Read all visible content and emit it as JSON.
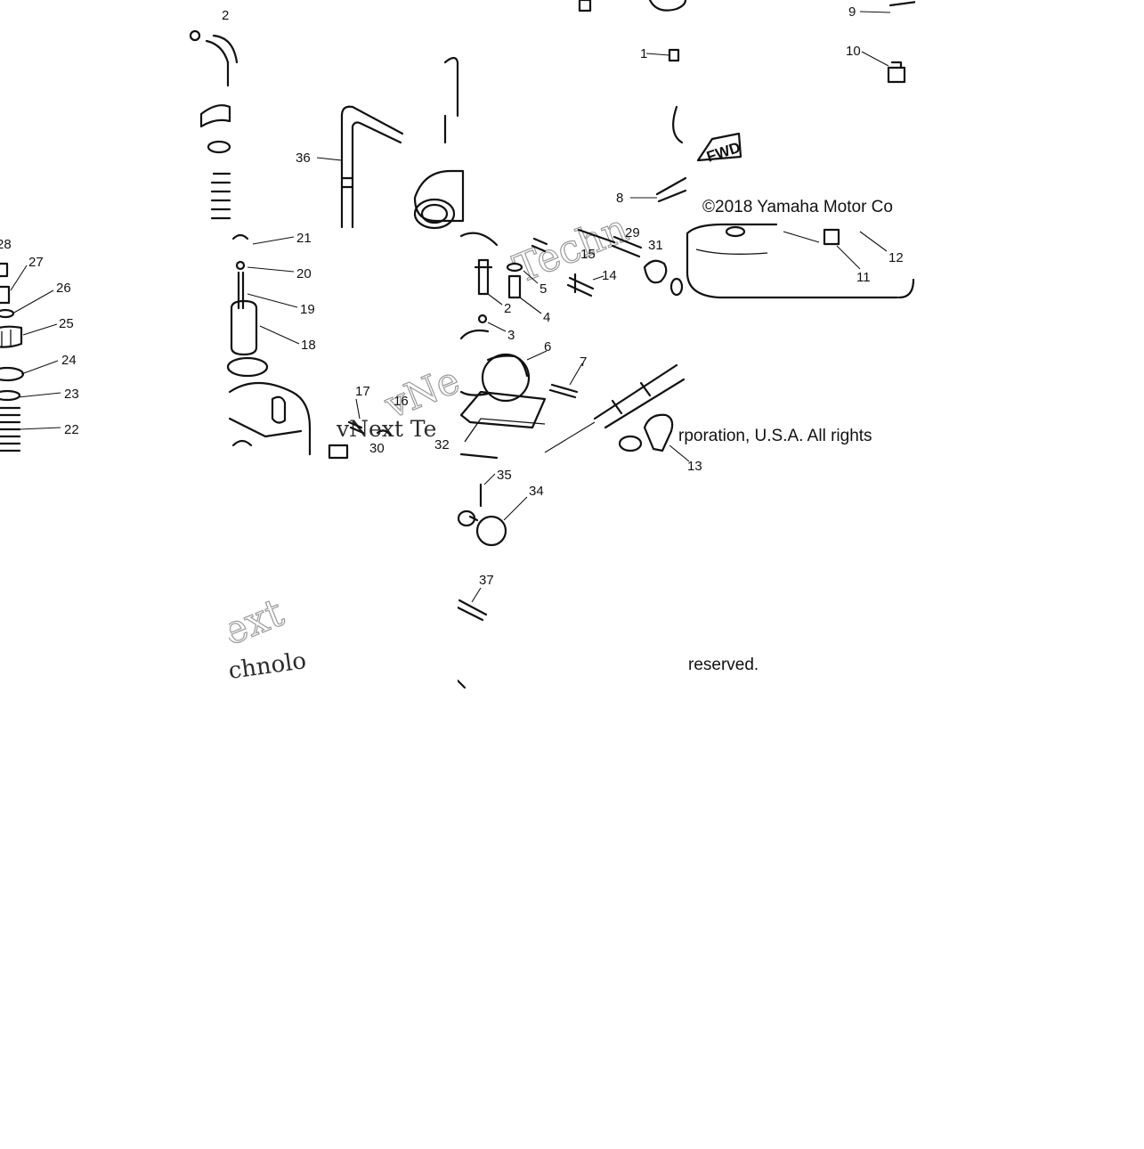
{
  "diagram": {
    "callouts": [
      {
        "id": "c1",
        "text": "1"
      },
      {
        "id": "c2",
        "text": "2"
      },
      {
        "id": "c3",
        "text": "3"
      },
      {
        "id": "c4",
        "text": "4"
      },
      {
        "id": "c5",
        "text": "5"
      },
      {
        "id": "c6",
        "text": "6"
      },
      {
        "id": "c7",
        "text": "7"
      },
      {
        "id": "c8",
        "text": "8"
      },
      {
        "id": "c9",
        "text": "9"
      },
      {
        "id": "c10",
        "text": "10"
      },
      {
        "id": "c11",
        "text": "11"
      },
      {
        "id": "c12",
        "text": "12"
      },
      {
        "id": "c13",
        "text": "13"
      },
      {
        "id": "c14",
        "text": "14"
      },
      {
        "id": "c15",
        "text": "15"
      },
      {
        "id": "c16",
        "text": "16"
      },
      {
        "id": "c17",
        "text": "17"
      },
      {
        "id": "c18",
        "text": "18"
      },
      {
        "id": "c19",
        "text": "19"
      },
      {
        "id": "c20",
        "text": "20"
      },
      {
        "id": "c21",
        "text": "21"
      },
      {
        "id": "c22",
        "text": "22"
      },
      {
        "id": "c23",
        "text": "23"
      },
      {
        "id": "c24",
        "text": "24"
      },
      {
        "id": "c25",
        "text": "25"
      },
      {
        "id": "c26",
        "text": "26"
      },
      {
        "id": "c27",
        "text": "27"
      },
      {
        "id": "c28",
        "text": "28"
      },
      {
        "id": "c29",
        "text": "29"
      },
      {
        "id": "c2b",
        "text": "2"
      },
      {
        "id": "c30",
        "text": "30"
      },
      {
        "id": "c31",
        "text": "31"
      },
      {
        "id": "c32",
        "text": "32"
      },
      {
        "id": "c34",
        "text": "34"
      },
      {
        "id": "c35",
        "text": "35"
      },
      {
        "id": "c36",
        "text": "36"
      },
      {
        "id": "c37",
        "text": "37"
      }
    ],
    "direction_mark": "FWD",
    "copyright_line_1": "©2018 Yamaha Motor Co",
    "copyright_line_2": "rporation, U.S.A. All rights",
    "copyright_line_3": "reserved.",
    "watermarks": [
      {
        "id": "w1",
        "text": "vNext Te"
      },
      {
        "id": "w2",
        "text": "ext"
      },
      {
        "id": "w3",
        "text": "chnolo"
      },
      {
        "id": "w4",
        "text": "Techn"
      },
      {
        "id": "w5",
        "text": "vNe"
      }
    ]
  }
}
